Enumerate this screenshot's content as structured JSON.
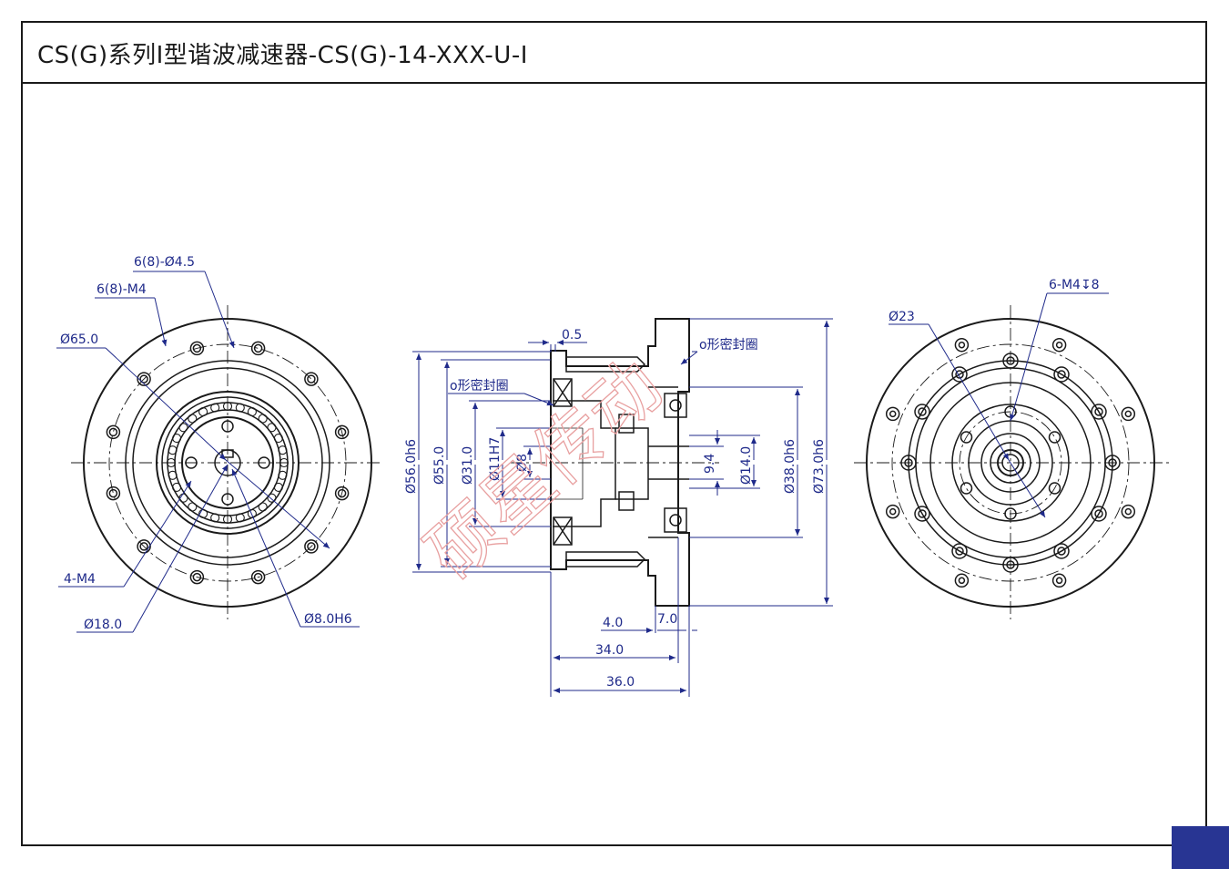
{
  "title": "CS(G)系列I型谐波减速器-CS(G)-14-XXX-U-I",
  "colors": {
    "line": "#1a1a1a",
    "dimension": "#1f2a8a",
    "watermark": "#e8a0a0",
    "corner_block": "#283593"
  },
  "watermark_text": "硕星传动",
  "front_view": {
    "labels": {
      "holes_thru": "6(8)-Ø4.5",
      "holes_tapped": "6(8)-M4",
      "pcd": "Ø65.0",
      "inner_tapped": "4-M4",
      "inner_pcd": "Ø18.0",
      "bore": "Ø8.0H6"
    }
  },
  "section_view": {
    "labels": {
      "gap": "0.5",
      "oring_top": "o形密封圈",
      "oring_left": "o形密封圈",
      "d56": "Ø56.0h6",
      "d55": "Ø55.0",
      "d31": "Ø31.0",
      "d11": "Ø11H7",
      "d8": "Ø8",
      "d9_4": "9.4",
      "d14": "Ø14.0",
      "d38": "Ø38.0h6",
      "d73": "Ø73.0h6",
      "l4": "4.0",
      "l7": "7.0",
      "l34": "34.0",
      "l36": "36.0"
    }
  },
  "back_view": {
    "labels": {
      "center": "Ø23",
      "tapped": "6-M4↧8"
    }
  }
}
